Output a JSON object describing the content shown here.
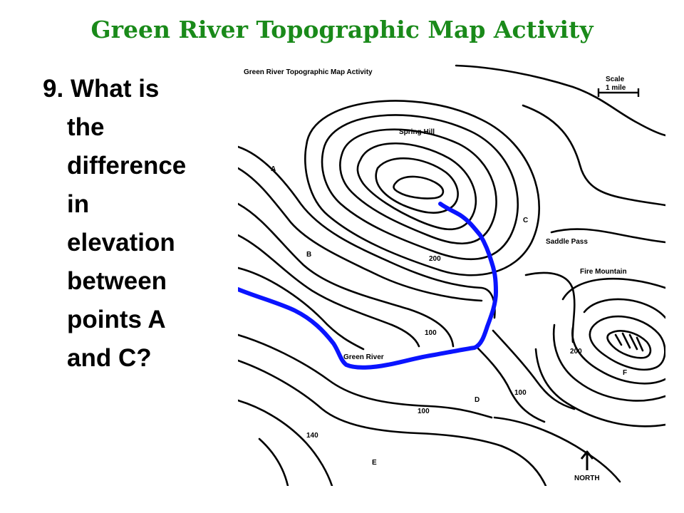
{
  "slide": {
    "title": "Green River Topographic Map Activity",
    "question": {
      "number": "9.",
      "lines": [
        "What is",
        "the",
        "difference",
        "in",
        "elevation",
        "between",
        "points A",
        "and C?"
      ]
    }
  },
  "map": {
    "title": "Green River Topographic Map Activity",
    "scale_label": "Scale",
    "scale_value": "1 mile",
    "north_label": "NORTH",
    "features": {
      "spring_hill": "Spring Hill",
      "saddle_pass": "Saddle Pass",
      "fire_mountain": "Fire Mountain",
      "green_river": "Green River"
    },
    "points": {
      "a": "A",
      "b": "B",
      "c": "C",
      "d": "D",
      "e": "E",
      "f": "F"
    },
    "elevations": {
      "spring_hill_200": "200",
      "river_100": "100",
      "fire_mountain_200": "200",
      "east_100": "100",
      "south_100": "100",
      "southwest_140": "140"
    },
    "colors": {
      "river": "#0a14ff",
      "contour": "#000000",
      "title": "#1a8a1a"
    }
  }
}
